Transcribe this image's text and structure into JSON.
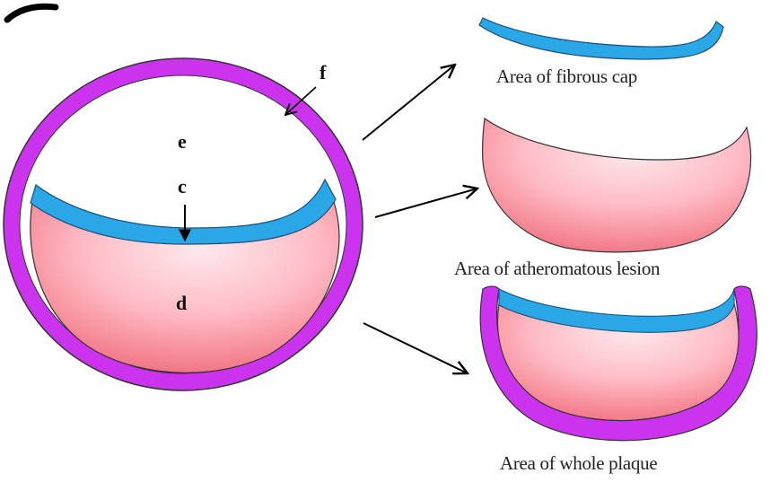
{
  "labels": {
    "c": "c",
    "d": "d",
    "e": "e",
    "f": "f"
  },
  "captions": {
    "fibrous_cap": "Area of fibrous cap",
    "atheromatous_lesion": "Area of atheromatous lesion",
    "whole_plaque": "Area of whole plaque"
  },
  "colors": {
    "vessel_wall": "#cc33ee",
    "fibrous_cap": "#2aa7e6",
    "lesion_core": "#ff9aa6",
    "lesion_light": "#fde8ec",
    "lumen": "#ffffff",
    "outline": "#222222"
  }
}
